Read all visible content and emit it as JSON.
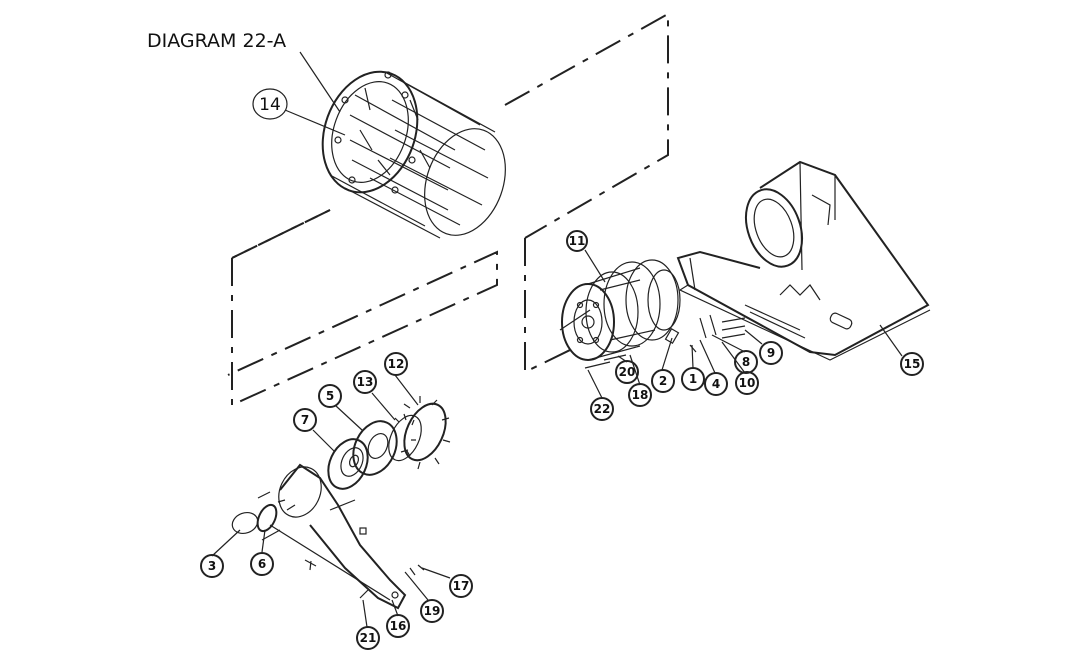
{
  "diagram": {
    "title": "DIAGRAM 22-A",
    "callouts": [
      {
        "id": "14"
      },
      {
        "id": "11"
      },
      {
        "id": "12"
      },
      {
        "id": "13"
      },
      {
        "id": "5"
      },
      {
        "id": "7"
      },
      {
        "id": "3"
      },
      {
        "id": "6"
      },
      {
        "id": "16"
      },
      {
        "id": "17"
      },
      {
        "id": "19"
      },
      {
        "id": "21"
      },
      {
        "id": "22"
      },
      {
        "id": "20"
      },
      {
        "id": "18"
      },
      {
        "id": "2"
      },
      {
        "id": "1"
      },
      {
        "id": "4"
      },
      {
        "id": "8"
      },
      {
        "id": "10"
      },
      {
        "id": "9"
      },
      {
        "id": "15"
      }
    ]
  }
}
